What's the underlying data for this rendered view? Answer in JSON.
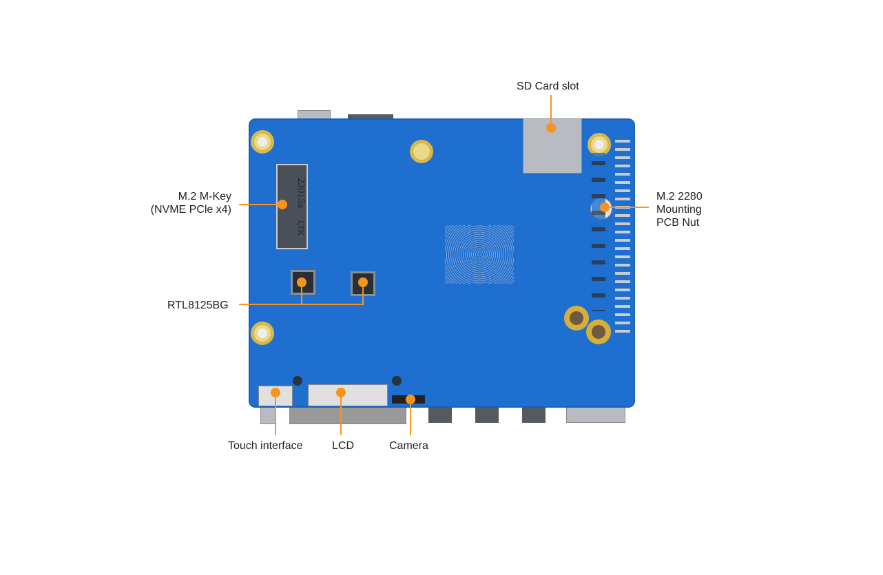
{
  "labels": {
    "sd_card": "SD Card slot",
    "m2_mkey_line1": "M.2 M-Key",
    "m2_mkey_line2": "(NVME PCle x4)",
    "m2_nut_line1": "M.2 2280",
    "m2_nut_line2": "Mounting",
    "m2_nut_line3": "PCB Nut",
    "rtl": "RTL8125BG",
    "touch": "Touch interface",
    "lcd": "LCD",
    "camera": "Camera"
  },
  "board_markings": {
    "m2_slot_text": "23015a",
    "m2_slot_brand": "LTK"
  },
  "colors": {
    "accent": "#f7941d",
    "pcb": "#1f6fd0"
  }
}
